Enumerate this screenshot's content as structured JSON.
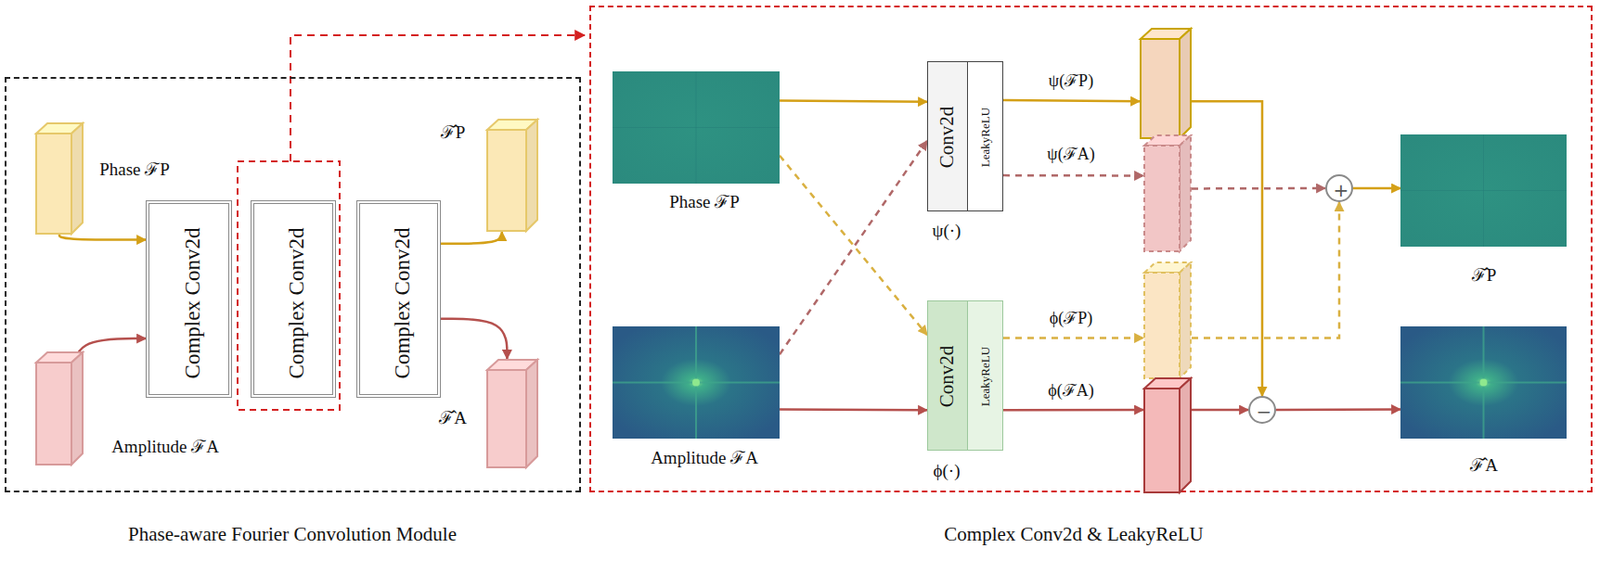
{
  "diagram": {
    "nodes": [
      {
        "text": [
          "Phase-aware Fourier Convolution Module"
        ]
      },
      {
        "text": [
          "Phase ℱP"
        ],
        "in": 0
      },
      {
        "text": [
          "Amplitude ℱA"
        ],
        "in": 0
      },
      {
        "text": [
          "Complex Conv2d"
        ],
        "in": 0
      },
      {
        "text": [
          "Complex Conv2d"
        ],
        "in": 0
      },
      {
        "text": [
          "Complex Conv2d"
        ],
        "in": 0
      },
      {
        "text": [
          "ℱ̂P"
        ],
        "in": 0
      },
      {
        "text": [
          "ℱ̂A"
        ],
        "in": 0
      },
      {
        "text": [
          "Complex Conv2d & LeakyReLU"
        ]
      },
      {
        "text": [
          "Phase ℱP"
        ],
        "in": 8
      },
      {
        "text": [
          "Amplitude ℱA"
        ],
        "in": 8
      },
      {
        "text": [
          "Conv2d",
          "LeakyReLU",
          "ψ(·)"
        ],
        "in": 8
      },
      {
        "text": [
          "Conv2d",
          "LeakyReLU",
          "ϕ(·)"
        ],
        "in": 8
      },
      {
        "text": [
          "ψ(ℱP)"
        ],
        "in": 8
      },
      {
        "text": [
          "ψ(ℱA)"
        ],
        "in": 8
      },
      {
        "text": [
          "ϕ(ℱP)"
        ],
        "in": 8
      },
      {
        "text": [
          "ϕ(ℱA)"
        ],
        "in": 8
      },
      {
        "text": [
          "+"
        ],
        "in": 8
      },
      {
        "text": [
          "−"
        ],
        "in": 8
      },
      {
        "text": [
          "ℱ̂P"
        ],
        "in": 8
      },
      {
        "text": [
          "ℱ̂A"
        ],
        "in": 8
      }
    ],
    "edges": [
      {
        "from": 1,
        "to": 3,
        "arrow": "to"
      },
      {
        "from": 2,
        "to": 3,
        "arrow": "to"
      },
      {
        "from": 5,
        "to": 6,
        "arrow": "to"
      },
      {
        "from": 5,
        "to": 7,
        "arrow": "to"
      },
      {
        "from": 9,
        "to": 11,
        "arrow": "to"
      },
      {
        "from": 9,
        "to": 12,
        "arrow": "to"
      },
      {
        "from": 10,
        "to": 11,
        "arrow": "to"
      },
      {
        "from": 10,
        "to": 12,
        "arrow": "to"
      },
      {
        "from": 11,
        "to": 13,
        "arrow": "to"
      },
      {
        "from": 11,
        "to": 14,
        "arrow": "to"
      },
      {
        "from": 12,
        "to": 15,
        "arrow": "to"
      },
      {
        "from": 12,
        "to": 16,
        "arrow": "to"
      },
      {
        "from": 13,
        "to": 18,
        "arrow": "to"
      },
      {
        "from": 14,
        "to": 17,
        "arrow": "to"
      },
      {
        "from": 15,
        "to": 17,
        "arrow": "to"
      },
      {
        "from": 16,
        "to": 18,
        "arrow": "to"
      },
      {
        "from": 17,
        "to": 19,
        "arrow": "to"
      },
      {
        "from": 18,
        "to": 20,
        "arrow": "to"
      }
    ]
  }
}
